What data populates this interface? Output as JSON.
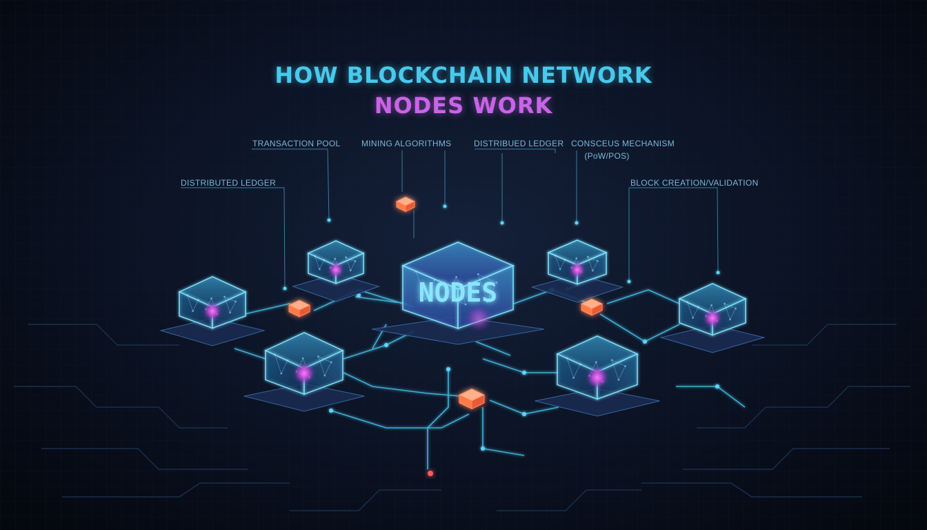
{
  "title": {
    "line1": "HOW BLOCKCHAIN NETWORK",
    "line2": "NODES WORK"
  },
  "center_node_label": "NODES",
  "labels": {
    "transaction_pool": "TRANSACTION POOL",
    "mining_algorithms": "MINING ALGORITHMS",
    "distribued_ledger": "DISTRIBUED LEDGER",
    "consensus_mechanism": "CONSCEUS MECHANISM",
    "consensus_sub": "(PoW/POS)",
    "distributed_ledger": "DISTRIBUTED LEDGER",
    "block_creation": "BLOCK CREATION/VALIDATION"
  },
  "colors": {
    "cyan": "#49c9ec",
    "magenta": "#c964e8",
    "orange": "#ff8a5c",
    "background": "#0c1426"
  }
}
